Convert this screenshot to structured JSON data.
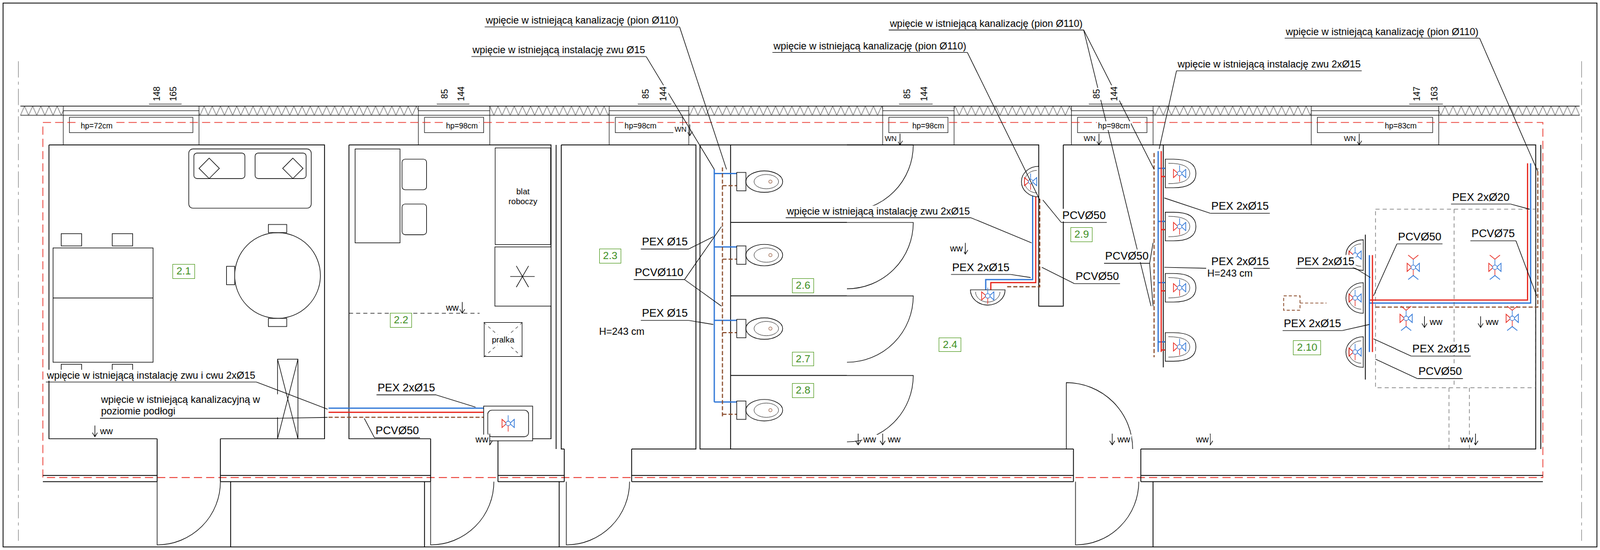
{
  "diagram": {
    "nodes": [
      {
        "text": [
          "blat roboczy"
        ]
      },
      {
        "text": [
          "2.9"
        ]
      },
      {
        "text": [
          "2.3"
        ]
      },
      {
        "text": [
          "2.1"
        ]
      },
      {
        "text": [
          "2.6"
        ]
      },
      {
        "text": [
          "2.2"
        ]
      },
      {
        "text": [
          "pralka"
        ]
      },
      {
        "text": [
          "2.4"
        ]
      },
      {
        "text": [
          "2.10"
        ]
      },
      {
        "text": [
          "2.7"
        ]
      },
      {
        "text": [
          "2.8"
        ]
      }
    ],
    "labels": [
      "wpięcie w istniejącą kanalizację (pion Ø110)",
      "wpięcie w istniejącą kanalizację (pion Ø110)",
      "wpięcie w istniejącą kanalizację (pion Ø110)",
      "wpięcie w istniejącą kanalizację (pion Ø110)",
      "wpięcie w istniejącą instalację zwu Ø15",
      "wpięcie w istniejącą instalację zwu 2xØ15",
      "148",
      "165",
      "85",
      "144",
      "85",
      "144",
      "85",
      "144",
      "85",
      "144",
      "147",
      "163",
      "hp=72cm",
      "hp=98cm",
      "hp=98cm",
      "hp=98cm",
      "hp=98cm",
      "hp=83cm",
      "WN",
      "WN",
      "WN",
      "WN",
      "wpięcie w istniejącą instalację zwu 2xØ15",
      "PCVØ50",
      "PEX 2xØ15",
      "PEX 2xØ20",
      "PCVØ75",
      "PCVØ50",
      "PEX Ø15",
      "ww",
      "PCVØ50",
      "PEX 2xØ15",
      "PEX 2xØ15",
      "PEX 2xØ15",
      "PCVØ110",
      "H=243 cm",
      "PCVØ50",
      "ww",
      "PEX Ø15",
      "PEX 2xØ15",
      "ww",
      "ww",
      "H=243 cm",
      "PEX 2xØ15",
      "PCVØ50",
      "wpięcie w istniejącą instalację zwu i cwu 2xØ15",
      "PEX 2xØ15",
      "wpięcie w istniejącą kanalizacyjną w poziomie podłogi",
      "PCVØ50",
      "ww",
      "ww",
      "ww",
      "ww",
      "ww",
      "ww",
      "ww"
    ]
  }
}
